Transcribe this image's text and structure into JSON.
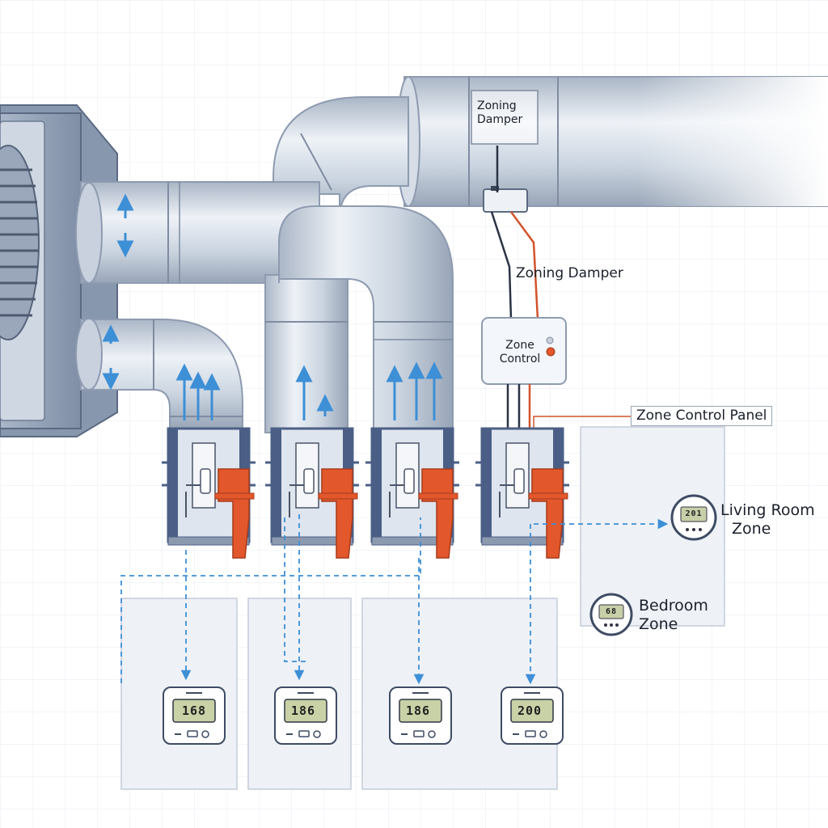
{
  "labels": {
    "zoning_damper_top": [
      "Zoning",
      "Damper"
    ],
    "zoning_damper": "Zoning Damper",
    "zone_control": [
      "Zone",
      "Control"
    ],
    "zone_control_panel": "Zone Control Panel",
    "living_room_zone": [
      "Living Room",
      "Zone"
    ],
    "bedroom_zone": [
      "Bedroom",
      "Zone"
    ]
  },
  "thermostats": [
    {
      "reading": "168"
    },
    {
      "reading": "186"
    },
    {
      "reading": "186"
    },
    {
      "reading": "200"
    }
  ],
  "panel_displays": {
    "living_room": "201",
    "bedroom": "68"
  },
  "colors": {
    "duct_metal": "#c9d3df",
    "damper_body": "#4b5f86",
    "damper_actuator": "#e2572b",
    "airflow": "#3d8fd6",
    "wire_dark": "#2a3344",
    "wire_red": "#d2532c",
    "panel_bg": "#eef1f6"
  },
  "icons": [
    "airflow-arrow-icon",
    "thermostat-icon",
    "damper-actuator-icon",
    "status-led-icon"
  ]
}
